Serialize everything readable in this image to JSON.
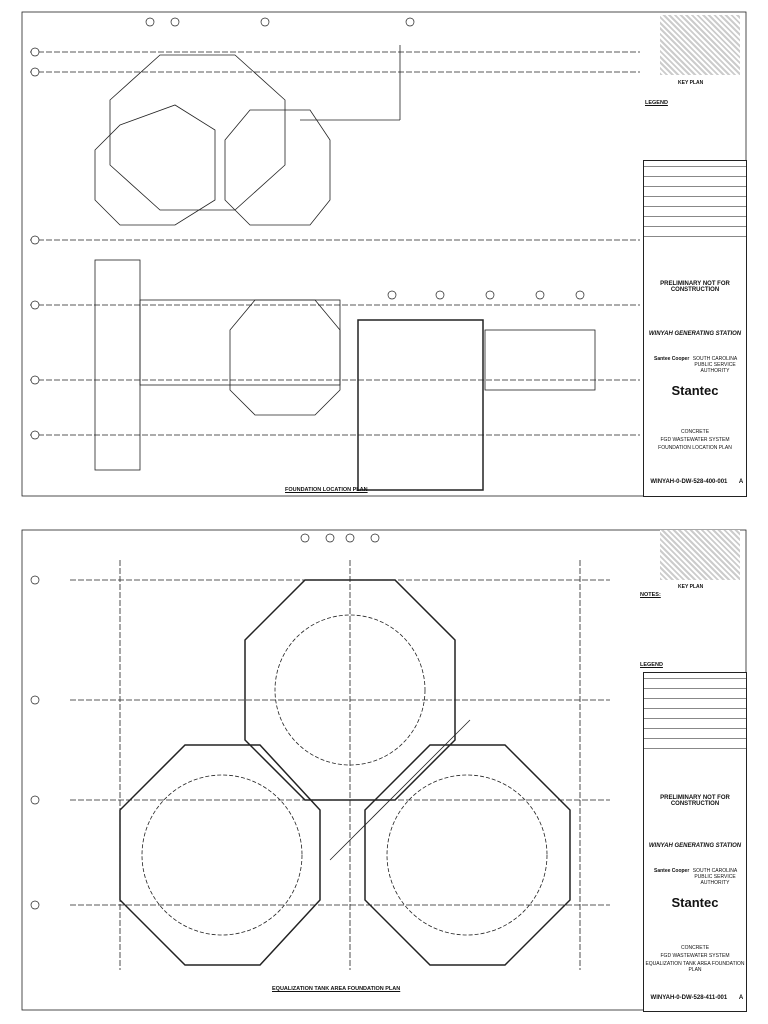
{
  "sheets": [
    {
      "plan_title": "FOUNDATION LOCATION PLAN",
      "key_plan": "KEY PLAN",
      "legend": "LEGEND",
      "prelim": "PRELIMINARY NOT FOR CONSTRUCTION",
      "station": "WINYAH GENERATING STATION",
      "client": "Santee Cooper",
      "authority": "SOUTH CAROLINA PUBLIC SERVICE AUTHORITY",
      "firm": "Stantec",
      "discipline": "CONCRETE",
      "system": "FGD WASTEWATER SYSTEM",
      "title": "FOUNDATION LOCATION PLAN",
      "drawing_no": "WINYAH-0-DW-528-400-001",
      "rev": "A"
    },
    {
      "plan_title": "EQUALIZATION TANK AREA FOUNDATION PLAN",
      "key_plan": "KEY PLAN",
      "notes": "NOTES:",
      "legend": "LEGEND",
      "prelim": "PRELIMINARY NOT FOR CONSTRUCTION",
      "station": "WINYAH GENERATING STATION",
      "client": "Santee Cooper",
      "authority": "SOUTH CAROLINA PUBLIC SERVICE AUTHORITY",
      "firm": "Stantec",
      "discipline": "CONCRETE",
      "system": "FGD WASTEWATER SYSTEM",
      "title": "EQUALIZATION TANK AREA FOUNDATION PLAN",
      "drawing_no": "WINYAH-0-DW-528-411-001",
      "rev": "A"
    }
  ],
  "colors": {
    "line": "#222222",
    "stamp": "#000000"
  }
}
